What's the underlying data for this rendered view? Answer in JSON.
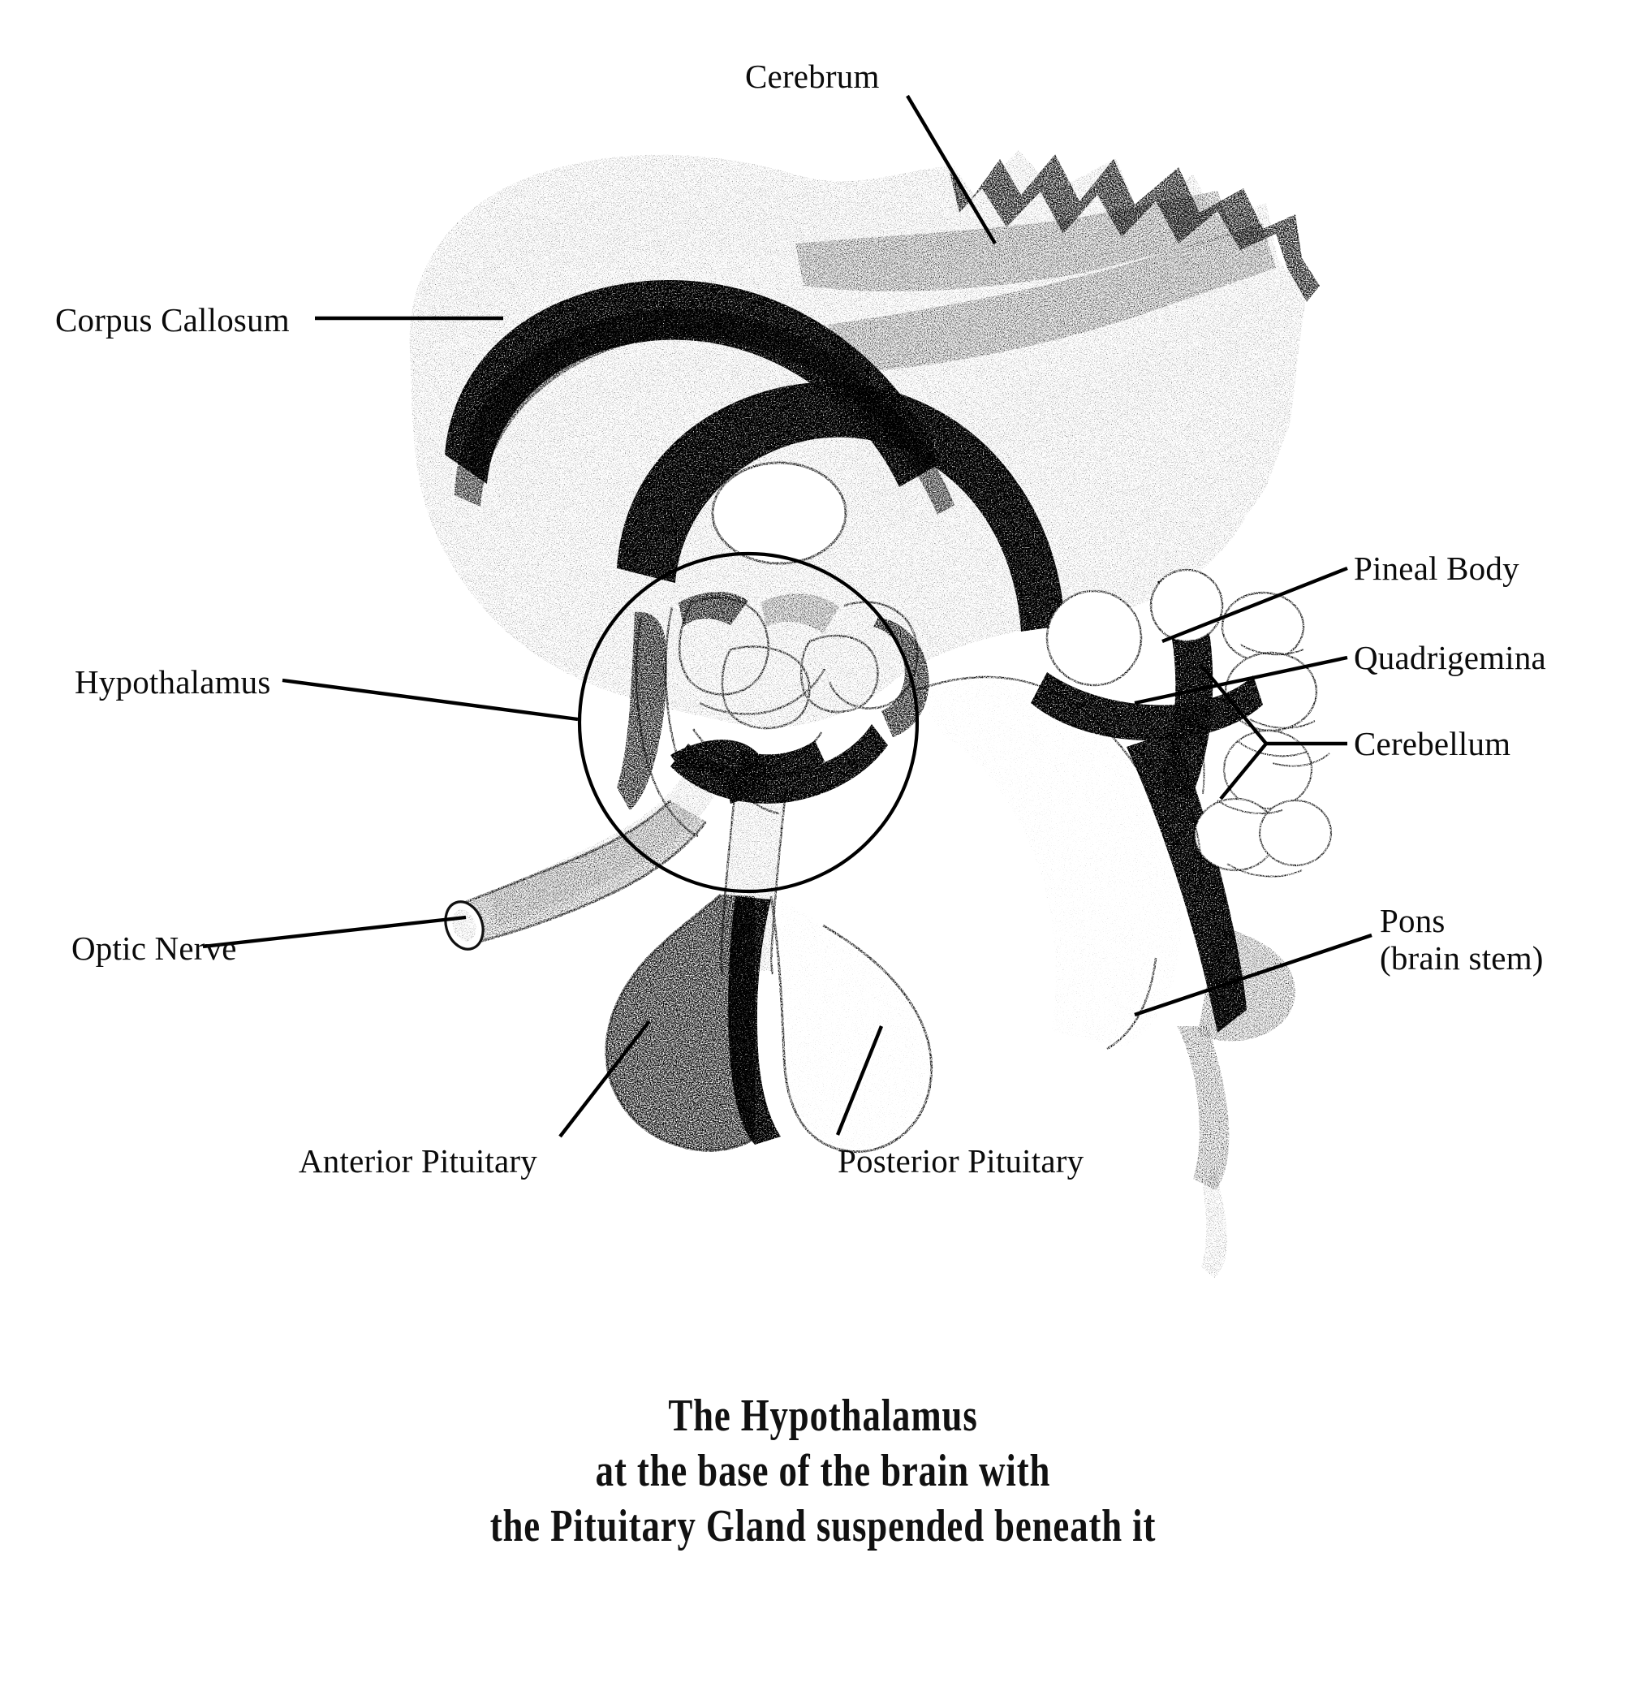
{
  "figure": {
    "title": "The Hypothalamus at the base of the brain with the Pituitary Gland suspended beneath it",
    "style": "stipple / pointillist medical illustration",
    "background_color": "#ffffff",
    "ink_color": "#000000"
  },
  "labels": {
    "cerebrum": "Cerebrum",
    "corpus_callosum": "Corpus Callosum",
    "hypothalamus": "Hypothalamus",
    "optic_nerve": "Optic Nerve",
    "pineal_body": "Pineal Body",
    "quadrigemina": "Quadrigemina",
    "cerebellum": "Cerebellum",
    "pons_line1": "Pons",
    "pons_line2": "(brain stem)",
    "anterior_pituitary": "Anterior Pituitary",
    "posterior_pituitary": "Posterior Pituitary"
  },
  "caption": {
    "line1": "The Hypothalamus",
    "line2": "at the base of the brain with",
    "line3": "the Pituitary Gland suspended beneath it"
  }
}
